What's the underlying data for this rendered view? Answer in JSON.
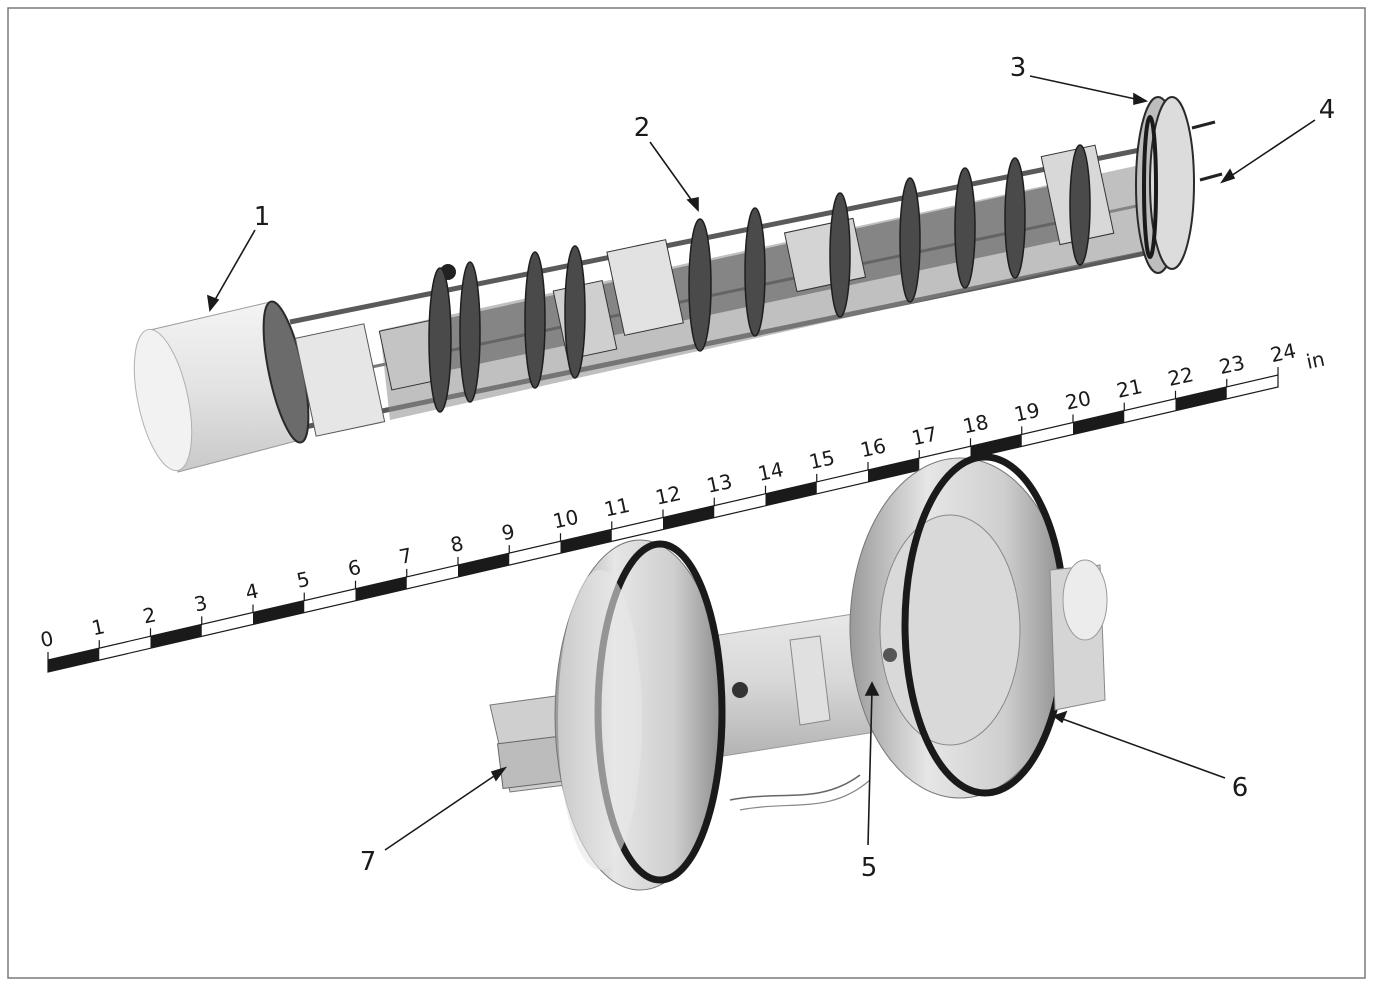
{
  "photo": {
    "kind": "black-and-white photograph of disassembled instrument with ruler"
  },
  "callouts": [
    {
      "id": "1",
      "label": "1"
    },
    {
      "id": "2",
      "label": "2"
    },
    {
      "id": "3",
      "label": "3"
    },
    {
      "id": "4",
      "label": "4"
    },
    {
      "id": "5",
      "label": "5"
    },
    {
      "id": "6",
      "label": "6"
    },
    {
      "id": "7",
      "label": "7"
    }
  ],
  "ruler": {
    "numbers": [
      "0",
      "1",
      "2",
      "3",
      "4",
      "5",
      "6",
      "7",
      "8",
      "9",
      "10",
      "11",
      "12",
      "13",
      "14",
      "15",
      "16",
      "17",
      "18",
      "19",
      "20",
      "21",
      "22",
      "23",
      "24"
    ],
    "unit": "in"
  },
  "colors": {
    "ink": "#1a1a1a",
    "metal_light": "#e8e8e8",
    "metal_mid": "#b5b5b5",
    "metal_dark": "#4a4a4a",
    "frame": "#6a6a6a"
  }
}
